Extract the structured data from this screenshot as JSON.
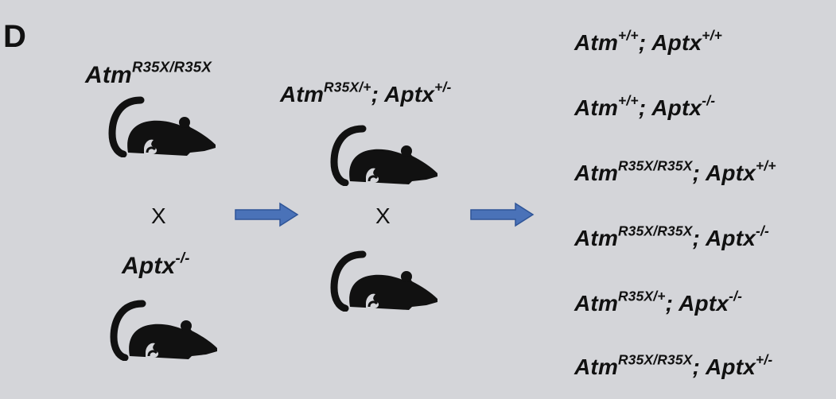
{
  "panel_label": "D",
  "parents": {
    "mouse1": {
      "gene": "Atm",
      "allele": "R35X/R35X"
    },
    "cross_symbol": "X",
    "mouse2": {
      "gene": "Aptx",
      "allele": "-/-"
    }
  },
  "f1": {
    "gene1": "Atm",
    "allele1": "R35X/+",
    "sep": "; ",
    "gene2": "Aptx",
    "allele2": "+/-",
    "cross_symbol": "X"
  },
  "offspring": [
    {
      "gene1": "Atm",
      "allele1": "+/+",
      "sep": "; ",
      "gene2": "Aptx",
      "allele2": "+/+"
    },
    {
      "gene1": "Atm",
      "allele1": "+/+",
      "sep": "; ",
      "gene2": "Aptx",
      "allele2": "-/-"
    },
    {
      "gene1": "Atm",
      "allele1": "R35X/R35X",
      "sep": "; ",
      "gene2": "Aptx",
      "allele2": "+/+"
    },
    {
      "gene1": "Atm",
      "allele1": "R35X/R35X",
      "sep": "; ",
      "gene2": "Aptx",
      "allele2": "-/-"
    },
    {
      "gene1": "Atm",
      "allele1": "R35X/+",
      "sep": "; ",
      "gene2": "Aptx",
      "allele2": "-/-"
    },
    {
      "gene1": "Atm",
      "allele1": "R35X/R35X",
      "sep": "; ",
      "gene2": "Aptx",
      "allele2": "+/-"
    }
  ],
  "colors": {
    "background": "#d4d5d9",
    "arrow": "#4a72b8",
    "mouse": "#111111"
  },
  "icons": {
    "mouse": "mouse-icon",
    "arrow": "right-arrow-icon"
  }
}
